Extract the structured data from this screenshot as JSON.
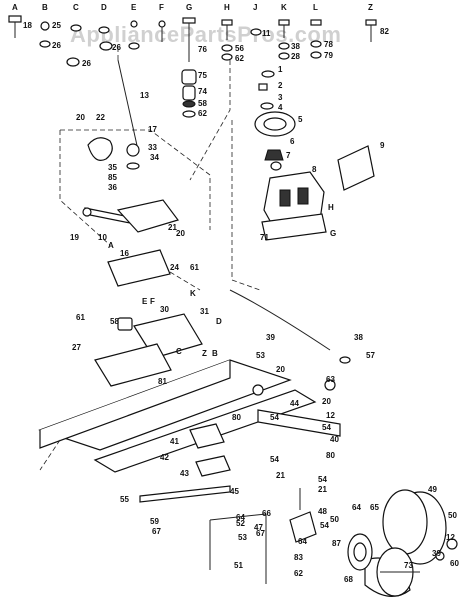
{
  "watermark": "AppliancePartsPros.com",
  "column_letters": [
    "A",
    "B",
    "C",
    "D",
    "E",
    "F",
    "G",
    "H",
    "J",
    "K",
    "L",
    "Z"
  ],
  "labels": {
    "l18": "18",
    "l25": "25",
    "l26a": "26",
    "l26b": "26",
    "l26c": "26",
    "l76": "76",
    "l75": "75",
    "l74": "74",
    "l58a": "58",
    "l62a": "62",
    "l56": "56",
    "l62b": "62",
    "l11": "11",
    "l38a": "38",
    "l28": "28",
    "l78": "78",
    "l79": "79",
    "l82": "82",
    "l1": "1",
    "l2": "2",
    "l3": "3",
    "l4": "4",
    "l5": "5",
    "l6": "6",
    "l7": "7",
    "l8": "8",
    "l9": "9",
    "lH": "H",
    "lG": "G",
    "l71": "71",
    "l13": "13",
    "l20a": "20",
    "l22": "22",
    "l17": "17",
    "l33": "33",
    "l34": "34",
    "l35": "35",
    "l85": "85",
    "l36": "36",
    "l19": "19",
    "l10": "10",
    "lA": "A",
    "l16": "16",
    "l21a": "21",
    "l20b": "20",
    "l24": "24",
    "l61a": "61",
    "lK": "K",
    "l58b": "58",
    "lE": "E",
    "lF": "F",
    "l30": "30",
    "l31": "31",
    "lD": "D",
    "l61b": "61",
    "l27": "27",
    "lC": "C",
    "lZ": "Z",
    "lB": "B",
    "l81": "81",
    "l39": "39",
    "l38b": "38",
    "l57": "57",
    "l53": "53",
    "l20c": "20",
    "l63": "63",
    "l44": "44",
    "l20d": "20",
    "l12a": "12",
    "l54a": "54",
    "l54b": "54",
    "l40": "40",
    "l80a": "80",
    "l80b": "80",
    "l41": "41",
    "l42": "42",
    "l43": "43",
    "l21b": "21",
    "l54c": "54",
    "l54d": "54",
    "l21c": "21",
    "l55": "55",
    "l59": "59",
    "l67a": "67",
    "l45": "45",
    "l64a": "64",
    "l66": "66",
    "l52": "52",
    "l47": "47",
    "l67b": "67",
    "l53b": "53",
    "l51": "51",
    "l48": "48",
    "l54e": "54",
    "l83": "83",
    "l64b": "64",
    "l50a": "50",
    "l87": "87",
    "l62c": "62",
    "l68": "68",
    "l73": "73",
    "l49": "49",
    "l50b": "50",
    "l12b": "12",
    "l39b": "39",
    "l60": "60",
    "l64c": "64",
    "l65": "65"
  }
}
